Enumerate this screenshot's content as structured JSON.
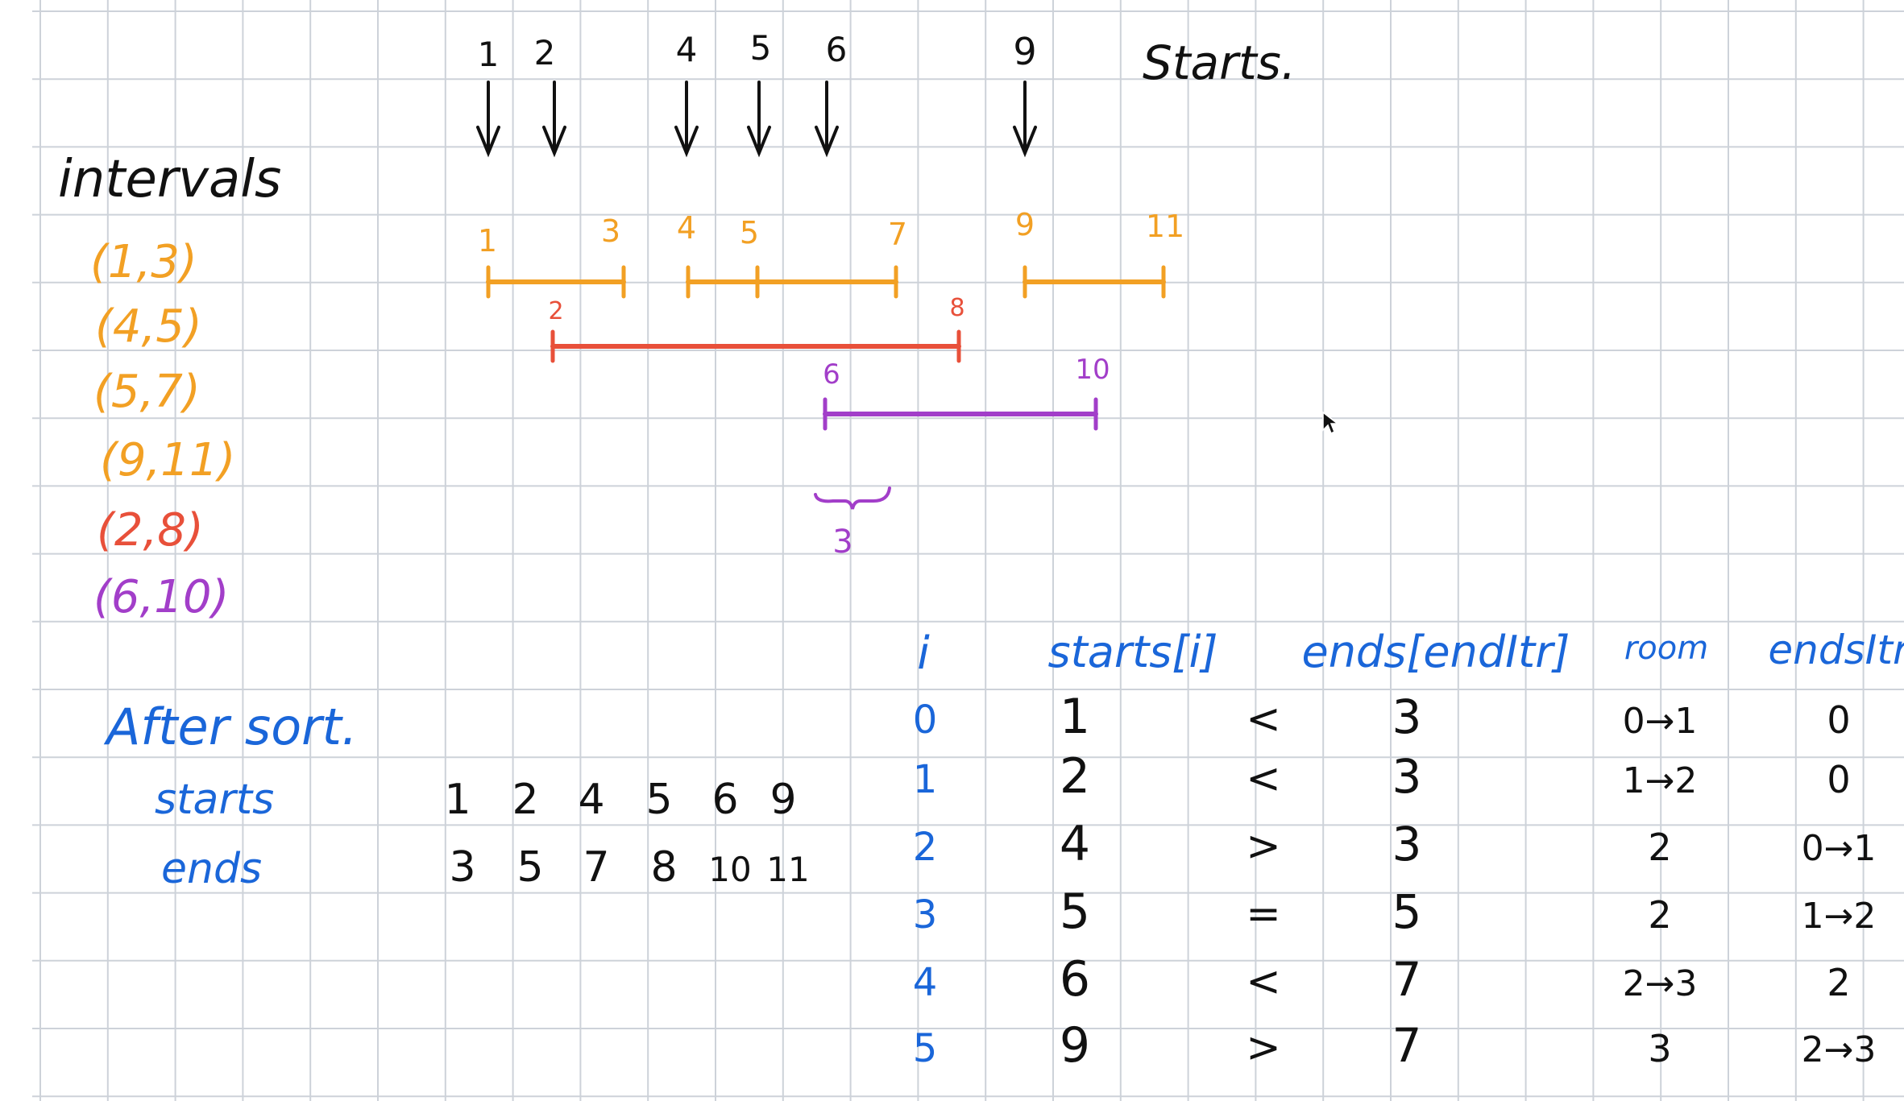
{
  "colors": {
    "grid": "#cdd2d9",
    "black": "#111111",
    "orange": "#f2a024",
    "red": "#e8503a",
    "purple": "#a23ec9",
    "blue": "#1a66d9"
  },
  "starts_header": {
    "label": "Starts.",
    "numbers": [
      "1",
      "2",
      "4",
      "5",
      "6",
      "9"
    ]
  },
  "intervals_title": "intervals",
  "intervals_list": [
    {
      "text": "(1,3)",
      "color": "orange"
    },
    {
      "text": "(4,5)",
      "color": "orange"
    },
    {
      "text": "(5,7)",
      "color": "orange"
    },
    {
      "text": "(9,11)",
      "color": "orange"
    },
    {
      "text": "(2,8)",
      "color": "red"
    },
    {
      "text": "(6,10)",
      "color": "purple"
    }
  ],
  "timeline": {
    "orange_labels": [
      "1",
      "3",
      "4",
      "5",
      "7",
      "9",
      "11"
    ],
    "red_labels": [
      "2",
      "8"
    ],
    "purple_labels": [
      "6",
      "10"
    ],
    "overlap_label": "3"
  },
  "after_sort": {
    "title": "After sort.",
    "starts_label": "starts",
    "ends_label": "ends",
    "starts": [
      "1",
      "2",
      "4",
      "5",
      "6",
      "9"
    ],
    "ends": [
      "3",
      "5",
      "7",
      "8",
      "10",
      "11"
    ]
  },
  "table": {
    "headers": [
      "i",
      "starts[i]",
      "ends[endItr]",
      "room",
      "endsItr"
    ],
    "rows": [
      {
        "i": "0",
        "start": "1",
        "op": "<",
        "end": "3",
        "room": "0→1",
        "itr": "0"
      },
      {
        "i": "1",
        "start": "2",
        "op": "<",
        "end": "3",
        "room": "1→2",
        "itr": "0"
      },
      {
        "i": "2",
        "start": "4",
        "op": ">",
        "end": "3",
        "room": "2",
        "itr": "0→1"
      },
      {
        "i": "3",
        "start": "5",
        "op": "=",
        "end": "5",
        "room": "2",
        "itr": "1→2"
      },
      {
        "i": "4",
        "start": "6",
        "op": "<",
        "end": "7",
        "room": "2→3",
        "itr": "2"
      },
      {
        "i": "5",
        "start": "9",
        "op": ">",
        "end": "7",
        "room": "3",
        "itr": "2→3"
      }
    ]
  }
}
